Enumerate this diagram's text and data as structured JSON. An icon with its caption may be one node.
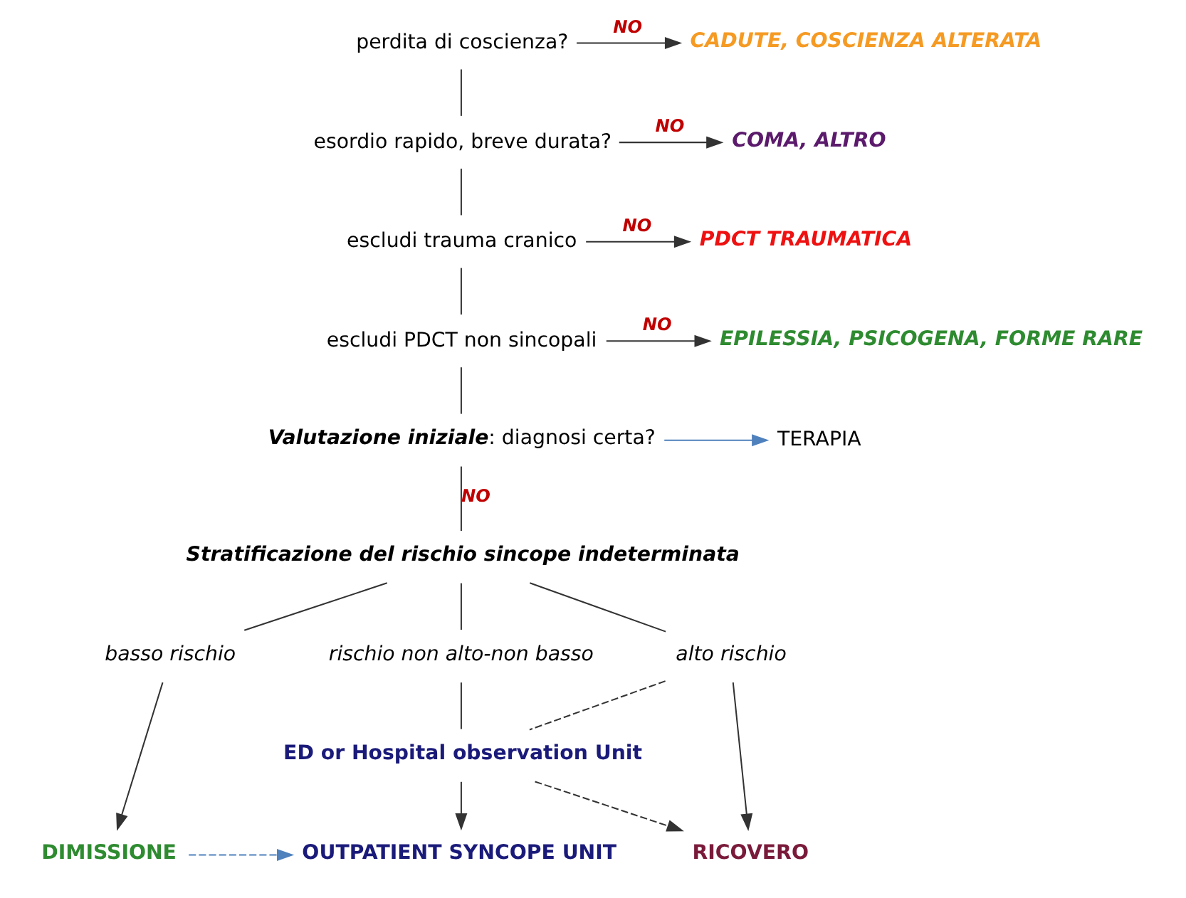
{
  "diagram": {
    "nodes": [
      {
        "text": [
          "perdita di coscienza?"
        ]
      },
      {
        "text": [
          "esordio rapido, breve durata?"
        ]
      },
      {
        "text": [
          "escludi trauma cranico"
        ]
      },
      {
        "text": [
          "escludi PDCT non sincopali"
        ]
      },
      {
        "text": [
          "CADUTE, COSCIENZA ALTERATA"
        ]
      },
      {
        "text": [
          "COMA, ALTRO"
        ]
      },
      {
        "text": [
          "PDCT TRAUMATICA"
        ]
      },
      {
        "text": [
          "EPILESSIA, PSICOGENA, FORME RARE"
        ]
      },
      {
        "text": [
          "**Valutazione iniziale**: diagnosi certa?"
        ]
      },
      {
        "text": [
          "TERAPIA"
        ]
      },
      {
        "text": [
          "Stratificazione del rischio sincope indeterminata"
        ]
      },
      {
        "text": [
          "basso rischio"
        ]
      },
      {
        "text": [
          "rischio non alto-non basso"
        ]
      },
      {
        "text": [
          "alto rischio"
        ]
      },
      {
        "text": [
          "ED or Hospital observation Unit"
        ]
      },
      {
        "text": [
          "DIMISSIONE"
        ]
      },
      {
        "text": [
          "OUTPATIENT SYNCOPE UNIT"
        ]
      },
      {
        "text": [
          "RICOVERO"
        ]
      }
    ],
    "edges": [
      {
        "from": 0,
        "to": 4,
        "arrow": "to",
        "label": "NO"
      },
      {
        "from": 1,
        "to": 5,
        "arrow": "to",
        "label": "NO"
      },
      {
        "from": 2,
        "to": 6,
        "arrow": "to",
        "label": "NO"
      },
      {
        "from": 3,
        "to": 7,
        "arrow": "to",
        "label": "NO"
      },
      {
        "from": 0,
        "to": 1,
        "arrow": "none"
      },
      {
        "from": 1,
        "to": 2,
        "arrow": "none"
      },
      {
        "from": 2,
        "to": 3,
        "arrow": "none"
      },
      {
        "from": 3,
        "to": 8,
        "arrow": "none"
      },
      {
        "from": 8,
        "to": 9,
        "arrow": "to",
        "color": "#4f81bd"
      },
      {
        "from": 8,
        "to": 10,
        "arrow": "none",
        "label": "NO"
      },
      {
        "from": 10,
        "to": 11,
        "arrow": "none"
      },
      {
        "from": 10,
        "to": 12,
        "arrow": "none"
      },
      {
        "from": 10,
        "to": 13,
        "arrow": "none"
      },
      {
        "from": 11,
        "to": 15,
        "arrow": "to"
      },
      {
        "from": 12,
        "to": 14,
        "arrow": "none"
      },
      {
        "from": 14,
        "to": 16,
        "arrow": "to"
      },
      {
        "from": 13,
        "to": 14,
        "arrow": "none",
        "style": "dashed"
      },
      {
        "from": 14,
        "to": 17,
        "arrow": "to",
        "style": "dashed"
      },
      {
        "from": 13,
        "to": 17,
        "arrow": "to"
      },
      {
        "from": 15,
        "to": 16,
        "arrow": "to",
        "style": "dashed",
        "color": "#4f81bd"
      }
    ]
  }
}
